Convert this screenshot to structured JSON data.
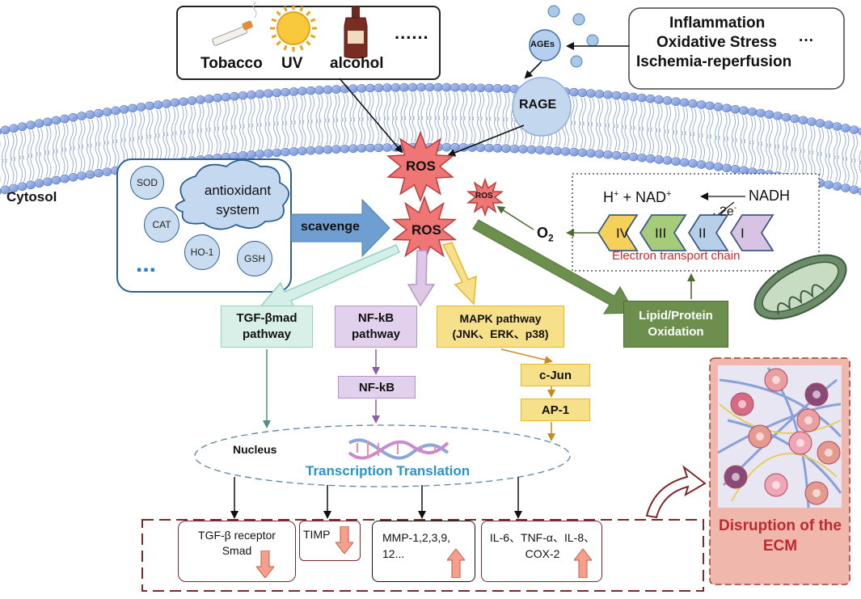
{
  "stimuli": {
    "items": [
      "Tobacco",
      "UV",
      "alcohol"
    ],
    "more": "......"
  },
  "triggers": {
    "lines": [
      "Inflammation",
      "Oxidative Stress",
      "Ischemia-reperfusion"
    ],
    "more": "···"
  },
  "ages_label": "AGEs",
  "rage_label": "RAGE",
  "cytosol_label": "Cytosol",
  "ros": {
    "main": "ROS",
    "small": "ROS",
    "center": "ROS"
  },
  "antioxidant": {
    "title": "antioxidant system",
    "enzymes": [
      "SOD",
      "CAT",
      "HO-1",
      "GSH"
    ],
    "more": "...",
    "scavenge": "scavenge"
  },
  "etc": {
    "nadh": "NADH",
    "hplus": "H",
    "plus_sup": "+",
    "nad_text": " + NAD",
    "electrons": "2e",
    "electrons_sup": "-",
    "o2": "O",
    "o2_sub": "2",
    "complexes": [
      "IV",
      "III",
      "II",
      "I"
    ],
    "caption": "Electron transport chain",
    "colors": [
      "#f6d15a",
      "#a6cc7a",
      "#b8cfe8",
      "#d9c3e4"
    ]
  },
  "pathways": {
    "tgf": "TGF-βmad pathway",
    "nfkb": "NF-kB pathway",
    "nfkb_factor": "NF-kB",
    "mapk_title": "MAPK pathway",
    "mapk_sub": "(JNK、ERK、p38)",
    "cjun": "c-Jun",
    "ap1": "AP-1",
    "lipid": "Lipid/Protein Oxidation"
  },
  "nucleus": {
    "label": "Nucleus",
    "process": "Transcription Translation"
  },
  "outcomes": [
    {
      "text": "TGF-β receptor Smad",
      "trend": "down"
    },
    {
      "text": "TIMP",
      "trend": "down"
    },
    {
      "text": "MMP-1,2,3,9, 12...",
      "trend": "up"
    },
    {
      "text": "IL-6、TNF-α、IL-8、 COX-2",
      "trend": "up"
    }
  ],
  "ecm_label": "Disruption of the ECM",
  "colors": {
    "tgf": "#8fd3c2",
    "nfkb": "#b893c9",
    "mapk": "#f2cc3c",
    "lipid": "#6d8f4e",
    "ros": "#f06a6a",
    "trend_arrow": "#f4a08c",
    "process_text": "#2d92c4",
    "ecm_text": "#c0292f",
    "outcome_border": "#7a2a2a"
  }
}
